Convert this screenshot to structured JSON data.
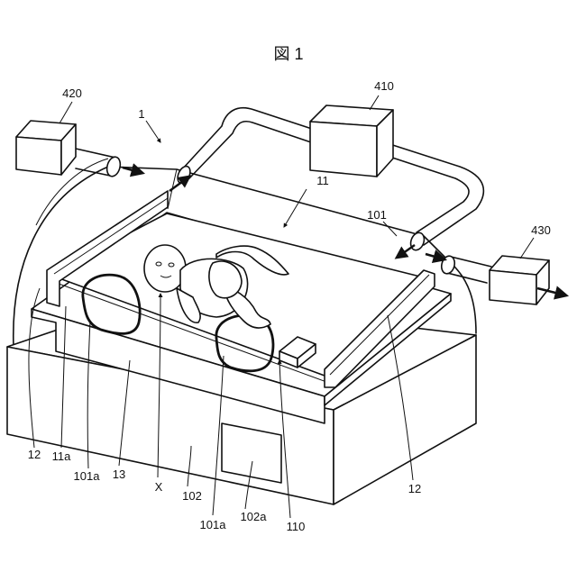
{
  "figure": {
    "title": "図 1"
  },
  "labels": {
    "device": "1",
    "box_410": "410",
    "box_420": "420",
    "box_430": "430",
    "mat": "11",
    "mat_part": "11a",
    "hood": "101",
    "hand_window_left": "101a",
    "hand_window_right": "101a",
    "wall_left": "12",
    "wall_right": "12",
    "tray": "13",
    "infant": "X",
    "base": "102",
    "panel": "102a",
    "sensor": "110"
  }
}
